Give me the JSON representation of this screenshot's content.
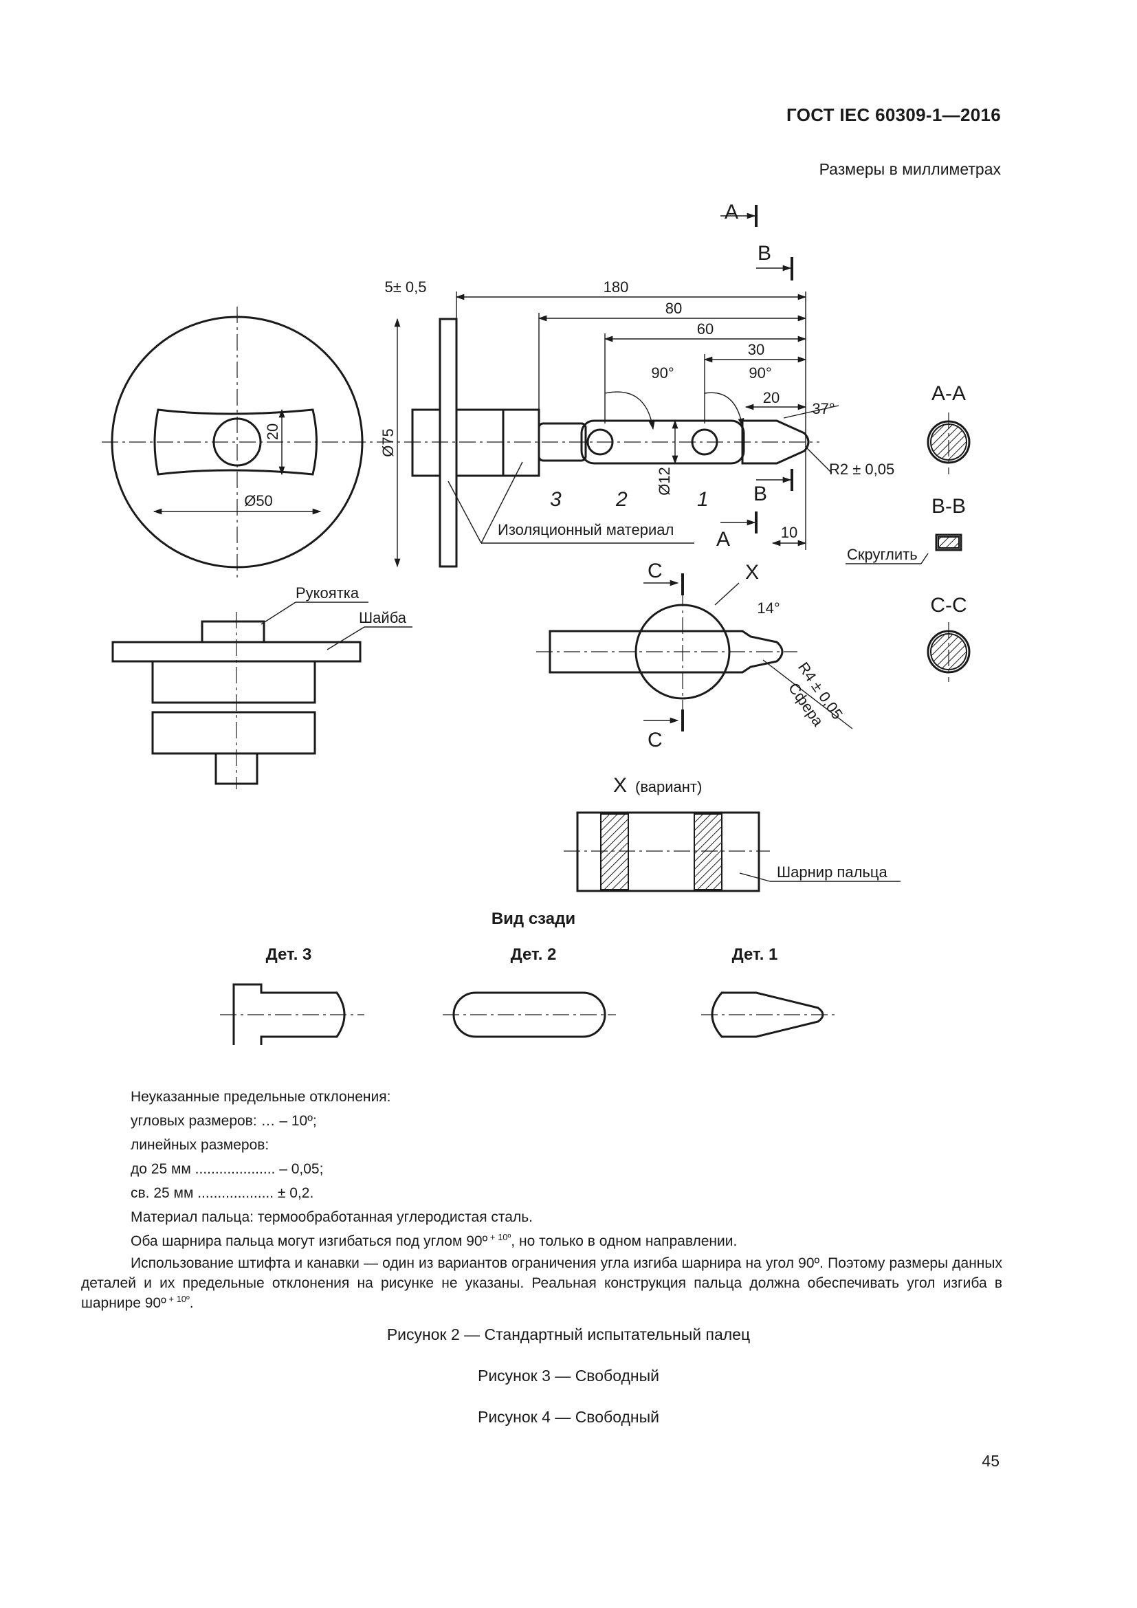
{
  "header": {
    "doc_id": "ГОСТ IEC 60309-1—2016",
    "units": "Размеры в миллиметрах"
  },
  "drawing": {
    "dims": {
      "d180": "180",
      "d80": "80",
      "d60": "60",
      "d30": "30",
      "d20": "20",
      "d10": "10",
      "d5": "5± 0,5",
      "d75": "Ø75",
      "d50": "Ø50",
      "d20v": "20",
      "d12": "Ø12",
      "a90a": "90°",
      "a90b": "90°",
      "a37": "37°",
      "a14": "14°",
      "r2": "R2 ± 0,05",
      "r4": "R4 ± 0,05",
      "sphere": "Сфера"
    },
    "section_letters": {
      "a": "A",
      "b": "B",
      "c": "C",
      "x": "X"
    },
    "section_titles": {
      "aa": "A-A",
      "bb": "B-B",
      "cc": "C-C"
    },
    "labels": {
      "insulation": "Изоляционный материал",
      "handle": "Рукоятка",
      "washer": "Шайба",
      "round": "Скруглить",
      "hinge": "Шарнир пальца"
    },
    "parts": {
      "p3": "3",
      "p2": "2",
      "p1": "1"
    },
    "variant": {
      "letter": "X",
      "note": "(вариант)"
    },
    "rear": {
      "title": "Вид сзади",
      "det3": "Дет. 3",
      "det2": "Дет. 2",
      "det1": "Дет. 1"
    }
  },
  "notes": {
    "l1": "Неуказанные предельные отклонения:",
    "l2": "угловых размеров: … – 10º;",
    "l3": "линейных размеров:",
    "l4": "до 25 мм .................... – 0,05;",
    "l5": "св. 25 мм ................... ± 0,2.",
    "l6": "Материал пальца: термообработанная углеродистая сталь.",
    "l7a": "Оба шарнира пальца могут изгибаться под углом 90º",
    "l7sup": " + 10º",
    "l7b": ", но только в одном направлении.",
    "l8a": "Использование штифта и канавки — один из вариантов ограничения угла изгиба шарнира на угол 90º. Поэтому размеры данных деталей и их предельные отклонения на рисунке не указаны. Реальная конструкция пальца должна обеспечивать угол изгиба в шарнире 90º",
    "l8sup": " + 10º",
    "l8b": "."
  },
  "captions": {
    "fig2": "Рисунок 2 — Стандартный испытательный палец",
    "fig3": "Рисунок 3 — Свободный",
    "fig4": "Рисунок 4 — Свободный"
  },
  "page_number": "45"
}
